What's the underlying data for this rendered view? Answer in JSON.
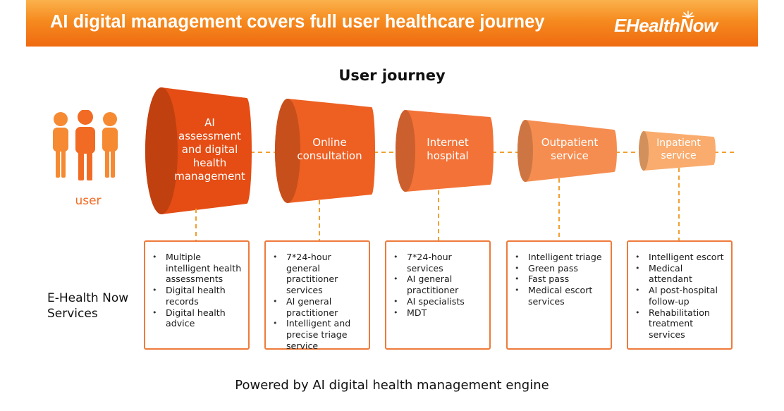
{
  "header": {
    "title": "AI digital management covers full user healthcare journey",
    "logo_text": "EHealthNow",
    "banner_color": "#f47b20"
  },
  "journey_title": "User journey",
  "user_label": "user",
  "stages": [
    {
      "name": "AI assessment and digital health management",
      "lines": [
        "AI",
        "assessment",
        "and digital",
        "health",
        "management"
      ],
      "color": "#e54d14",
      "services": [
        "Multiple intelligent health assessments",
        "Digital health records",
        "Digital health advice"
      ]
    },
    {
      "name": "Online consultation",
      "lines": [
        "Online",
        "consultation"
      ],
      "color": "#ee5f22",
      "services": [
        "7*24-hour general practitioner services",
        "AI general practitioner",
        "Intelligent and precise triage service"
      ]
    },
    {
      "name": "Internet hospital",
      "lines": [
        "Internet",
        "hospital"
      ],
      "color": "#f37237",
      "services": [
        "7*24-hour services",
        "AI general practitioner",
        "AI specialists",
        "MDT"
      ]
    },
    {
      "name": "Outpatient service",
      "lines": [
        "Outpatient",
        "service"
      ],
      "color": "#f68d50",
      "services": [
        "Intelligent triage",
        "Green pass",
        "Fast pass",
        "Medical escort services"
      ]
    },
    {
      "name": "Inpatient service",
      "lines": [
        "Inpatient",
        "service"
      ],
      "color": "#f9ac6e",
      "services": [
        "Intelligent escort",
        "Medical attendant",
        "AI post-hospital follow-up",
        "Rehabilitation treatment services"
      ]
    }
  ],
  "services_label": "E-Health Now Services",
  "footer": "Powered by AI digital health management engine",
  "colors": {
    "accent": "#f26b24",
    "connector": "#f0a030",
    "box_border": "#ee7a3a",
    "user_icon": "#f58a32"
  }
}
